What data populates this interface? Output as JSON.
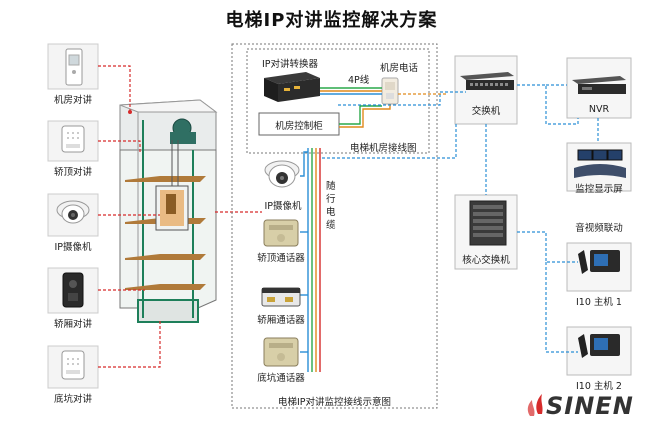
{
  "title": "电梯IP对讲监控解决方案",
  "left_devices": [
    {
      "label": "机房对讲",
      "icon": "wall-intercom-icon"
    },
    {
      "label": "轿顶对讲",
      "icon": "car-top-intercom-icon"
    },
    {
      "label": "IP摄像机",
      "icon": "dome-camera-icon"
    },
    {
      "label": "轿厢对讲",
      "icon": "in-car-intercom-icon"
    },
    {
      "label": "底坑对讲",
      "icon": "pit-intercom-icon"
    }
  ],
  "machine_room": {
    "converter_label": "IP对讲转换器",
    "phone_label": "机房电话",
    "wire_label": "4P线",
    "cabinet_label": "机房控制柜",
    "caption": "电梯机房接线图"
  },
  "center_devices": {
    "camera_label": "IP摄像机",
    "cable_label": "随行电缆",
    "cartop_label": "轿顶通话器",
    "incar_label": "轿厢通话器",
    "pit_label": "底坑通话器",
    "caption": "电梯IP对讲监控接线示意图"
  },
  "right_devices": {
    "switch_label": "交换机",
    "core_switch_label": "核心交换机",
    "nvr_label": "NVR",
    "monitor_label": "监控显示屏",
    "linkage_label": "音视频联动",
    "host1_label": "I10 主机 1",
    "host2_label": "I10 主机 2"
  },
  "logo_text": "SINEN",
  "colors": {
    "red_dashed": "#d62b2b",
    "blue_dashed": "#2b8fd6",
    "green_wire": "#2aa84a",
    "orange_wire": "#e08a1c",
    "shaft_green": "#1e7f5a"
  }
}
